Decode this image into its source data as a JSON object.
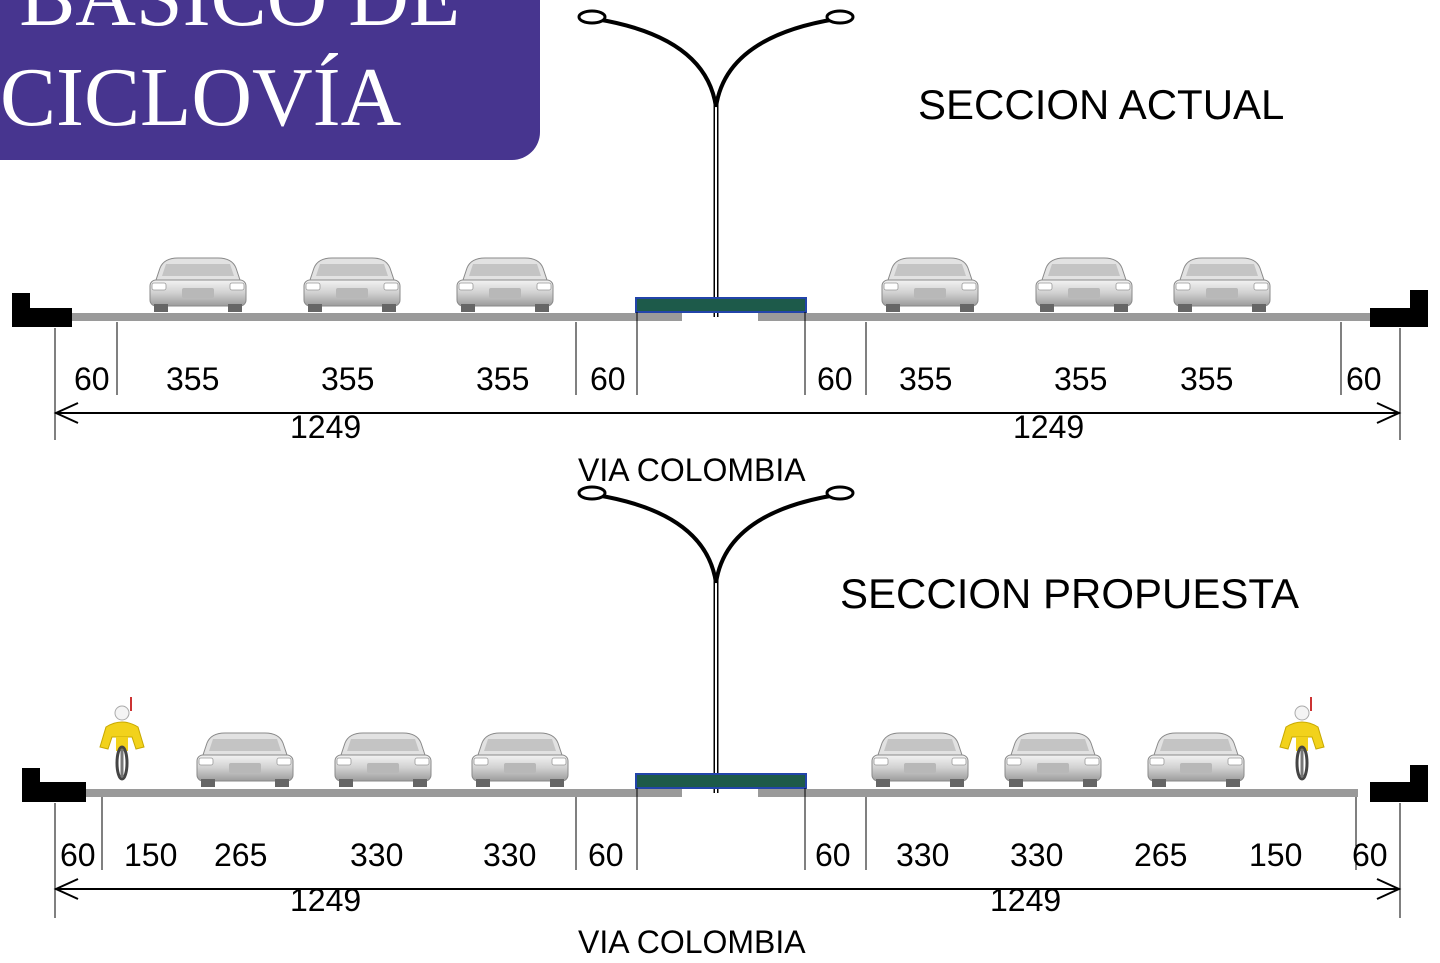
{
  "title_lines": [
    "L BÁSICO DE",
    "CICLOVÍA"
  ],
  "sections": [
    {
      "title": "SECCION  ACTUAL",
      "dimensions": [
        "60",
        "355",
        "355",
        "355",
        "60",
        "60",
        "355",
        "355",
        "355",
        "60"
      ],
      "totals": [
        "1249",
        "1249"
      ],
      "road_name": "VIA COLOMBIA"
    },
    {
      "title": "SECCION PROPUESTA",
      "dimensions": [
        "60",
        "150",
        "265",
        "330",
        "330",
        "60",
        "60",
        "330",
        "330",
        "265",
        "150",
        "60"
      ],
      "totals": [
        "1249",
        "1249"
      ],
      "road_name": "VIA COLOMBIA"
    }
  ],
  "colors": {
    "title_bg": "#47358f",
    "median": "#1d5a4a",
    "cyclist": "#f2d21b",
    "road": "#9a9a9a"
  }
}
